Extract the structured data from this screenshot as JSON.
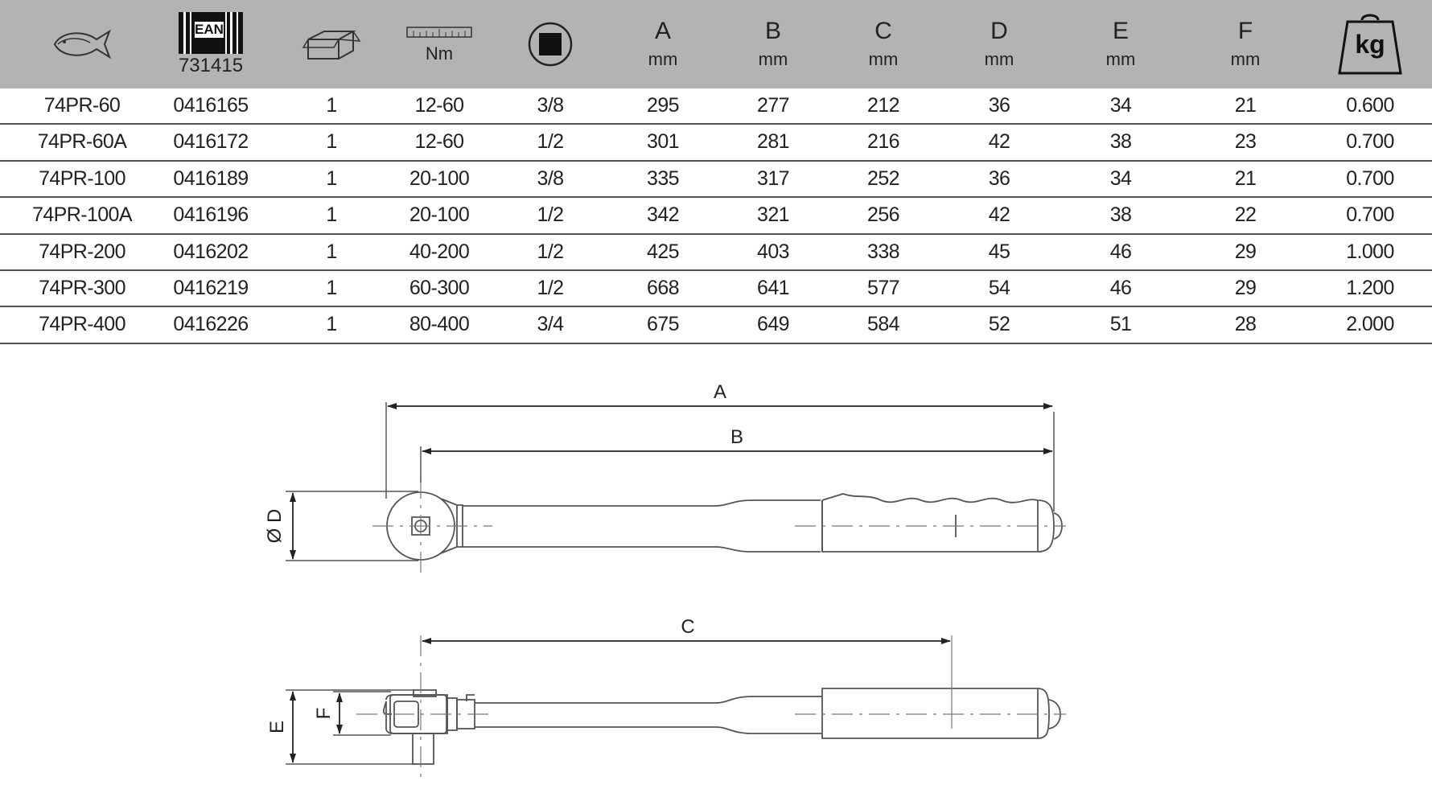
{
  "header": {
    "ean_logo_text": "EAN",
    "ean_code": "731415",
    "torque_unit": "Nm",
    "dim_letters": [
      "A",
      "B",
      "C",
      "D",
      "E",
      "F"
    ],
    "dim_unit": "mm",
    "weight_unit": "kg"
  },
  "table": {
    "rows": [
      [
        "74PR-60",
        "0416165",
        "1",
        "12-60",
        "3/8",
        "295",
        "277",
        "212",
        "36",
        "34",
        "21",
        "0.600"
      ],
      [
        "74PR-60A",
        "0416172",
        "1",
        "12-60",
        "1/2",
        "301",
        "281",
        "216",
        "42",
        "38",
        "23",
        "0.700"
      ],
      [
        "74PR-100",
        "0416189",
        "1",
        "20-100",
        "3/8",
        "335",
        "317",
        "252",
        "36",
        "34",
        "21",
        "0.700"
      ],
      [
        "74PR-100A",
        "0416196",
        "1",
        "20-100",
        "1/2",
        "342",
        "321",
        "256",
        "42",
        "38",
        "22",
        "0.700"
      ],
      [
        "74PR-200",
        "0416202",
        "1",
        "40-200",
        "1/2",
        "425",
        "403",
        "338",
        "45",
        "46",
        "29",
        "1.000"
      ],
      [
        "74PR-300",
        "0416219",
        "1",
        "60-300",
        "1/2",
        "668",
        "641",
        "577",
        "54",
        "46",
        "29",
        "1.200"
      ],
      [
        "74PR-400",
        "0416226",
        "1",
        "80-400",
        "3/4",
        "675",
        "649",
        "584",
        "52",
        "51",
        "28",
        "2.000"
      ]
    ]
  },
  "drawing": {
    "label_a": "A",
    "label_b": "B",
    "label_c": "C",
    "label_d": "Ø D",
    "label_e": "E",
    "label_f": "F"
  },
  "colors": {
    "header_bg": "#b3b3b3",
    "line": "#555555",
    "text": "#222222"
  }
}
